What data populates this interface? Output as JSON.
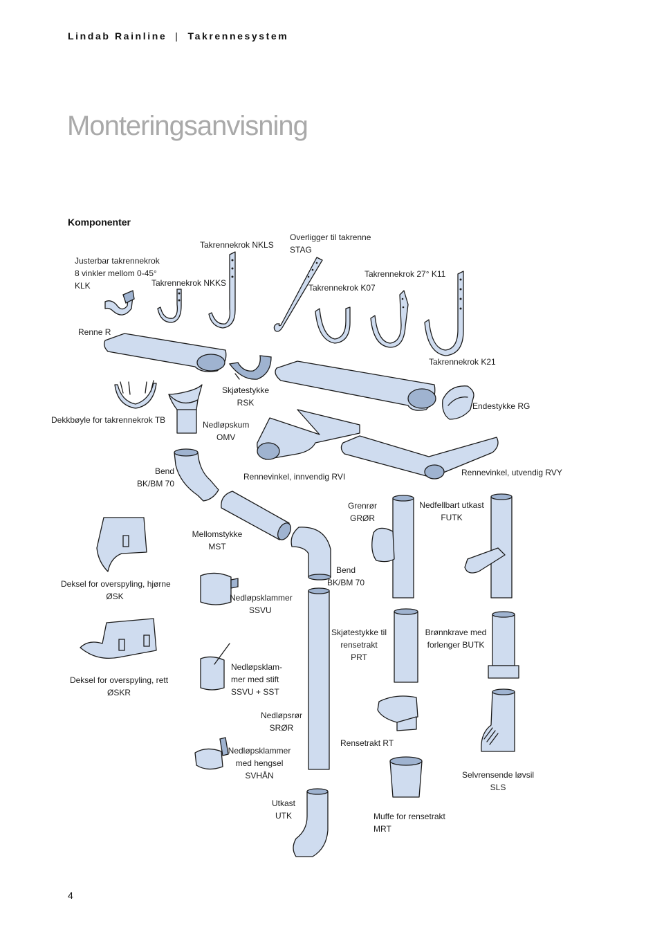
{
  "header": {
    "brand": "Lindab Rainline",
    "separator": "|",
    "section": "Takrennesystem"
  },
  "title": "Monteringsanvisning",
  "section_heading": "Komponenter",
  "page_number": "4",
  "colors": {
    "part_fill": "#cfdcef",
    "part_dark": "#9fb3d0",
    "title_gray": "#a9a9a9",
    "outline": "#1a1a1a"
  },
  "components": {
    "klk": {
      "name_lines": [
        "Justerbar takrennekrok",
        "8 vinkler mellom 0-45°"
      ],
      "code": "KLK"
    },
    "nkks": {
      "name": "Takrennekrok NKKS"
    },
    "nkls": {
      "name": "Takrennekrok NKLS"
    },
    "stag": {
      "name": "Overligger til takrenne",
      "code": "STAG"
    },
    "k07": {
      "name": "Takrennekrok K07"
    },
    "k11": {
      "name": "Takrennekrok 27° K11"
    },
    "renne": {
      "name": "Renne R"
    },
    "k21": {
      "name": "Takrennekrok K21"
    },
    "rsk": {
      "name": "Skjøtestykke",
      "code": "RSK"
    },
    "rg": {
      "name": "Endestykke RG"
    },
    "tb": {
      "name": "Dekkbøyle for takrennekrok TB"
    },
    "omv": {
      "name": "Nedløpskum",
      "code": "OMV"
    },
    "bend1": {
      "name": "Bend",
      "code": "BK/BM 70"
    },
    "rvi": {
      "name": "Rennevinkel, innvendig RVI"
    },
    "rvy": {
      "name": "Rennevinkel, utvendig  RVY"
    },
    "gror": {
      "name": "Grenrør",
      "code": "GRØR"
    },
    "futk": {
      "name": "Nedfellbart utkast",
      "code": "FUTK"
    },
    "mst": {
      "name": "Mellomstykke",
      "code": "MST"
    },
    "osk": {
      "name": "Deksel for overspyling, hjørne",
      "code": "ØSK"
    },
    "bend2": {
      "name": "Bend",
      "code": "BK/BM 70"
    },
    "ssvu": {
      "name": "Nedløpsklammer",
      "code": "SSVU"
    },
    "prt": {
      "name_lines": [
        "Skjøtestykke til",
        "rensetrakt"
      ],
      "code": "PRT"
    },
    "butk": {
      "name_lines": [
        "Brønnkrave med",
        "forlenger BUTK"
      ]
    },
    "oskr": {
      "name": "Deksel for overspyling, rett",
      "code": "ØSKR"
    },
    "sst": {
      "name_lines": [
        "Nedløpsklam-",
        "mer med stift",
        "SSVU + SST"
      ]
    },
    "sror": {
      "name": "Nedløpsrør",
      "code": "SRØR"
    },
    "rt": {
      "name": "Rensetrakt RT"
    },
    "svhan": {
      "name_lines": [
        "Nedløpsklammer",
        "med hengsel",
        "SVHÅN"
      ]
    },
    "sls": {
      "name": "Selvrensende løvsil",
      "code": "SLS"
    },
    "utk": {
      "name": "Utkast",
      "code": "UTK"
    },
    "mrt": {
      "name": "Muffe for rensetrakt",
      "code": "MRT"
    }
  }
}
